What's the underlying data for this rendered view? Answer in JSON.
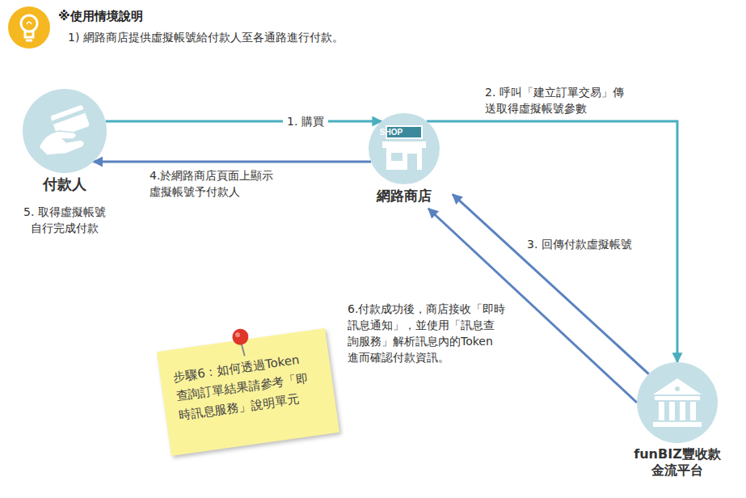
{
  "diagram": {
    "title": "※使用情境說明",
    "nodes": [
      {
        "text": [
          "付款人"
        ]
      },
      {
        "text": [
          "網路商店"
        ]
      },
      {
        "text": [
          "步驟6：如何透過Token 查詢訂單結果請參考「即 時訊息服務」說明單元"
        ]
      },
      {
        "text": [
          "funBIZ豐收款 金流平台"
        ]
      }
    ],
    "edges": [
      {
        "from": 0,
        "to": 1,
        "arrow": "to",
        "label": "1. 購買"
      },
      {
        "from": 1,
        "to": 3,
        "arrow": "to",
        "label": "2. 呼叫「建立訂單交易」傳 送取得虛擬帳號參數"
      },
      {
        "from": 3,
        "to": 1,
        "arrow": "to",
        "label": "3. 回傳付款虛擬帳號"
      },
      {
        "from": 1,
        "to": 0,
        "arrow": "to",
        "label": "4.於網路商店頁面上顯示 虛擬帳號予付款人"
      },
      {
        "from": 3,
        "to": 1,
        "arrow": "to",
        "label": "6.付款成功後，商店接收「即時 訊息通知」，並使用「訊息查 詢服務」解析訊息內的Token 進而確認付款資訊。"
      }
    ],
    "labels": [
      "1) 網路商店提供虛擬帳號給付款人至各通路進行付款。",
      "5. 取得虛擬帳號 自行完成付款",
      "SHOP"
    ]
  }
}
